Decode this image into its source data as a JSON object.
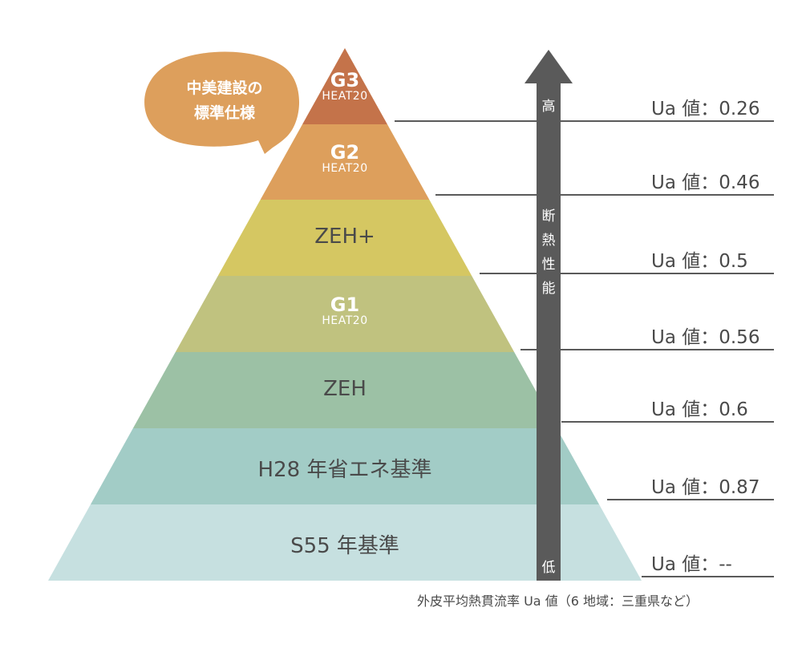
{
  "bubble": {
    "line1": "中美建設の",
    "line2": "標準仕様"
  },
  "levels": [
    {
      "main": "G3",
      "sub": "HEAT20",
      "color": "#c4734a"
    },
    {
      "main": "G2",
      "sub": "HEAT20",
      "color": "#dd9f5c"
    },
    {
      "main": "ZEH+",
      "sub": "",
      "color": "#d5c762"
    },
    {
      "main": "G1",
      "sub": "HEAT20",
      "color": "#c0c27f"
    },
    {
      "main": "ZEH",
      "sub": "",
      "color": "#9cc1a5"
    },
    {
      "main": "H28 年省エネ基準",
      "sub": "",
      "color": "#a2ccc6"
    },
    {
      "main": "S55 年基準",
      "sub": "",
      "color": "#c6e0e0"
    }
  ],
  "ua_values": [
    "Ua 値：0.26",
    "Ua 値：0.46",
    "Ua 値：0.5",
    "Ua 値：0.56",
    "Ua 値：0.6",
    "Ua 値：0.87",
    "Ua 値：--"
  ],
  "arrow": {
    "top_label": "高",
    "middle_label": "断熱性能",
    "bottom_label": "低",
    "color": "#5a5a5a"
  },
  "footnote": "外皮平均熱貫流率 Ua 値（6 地域：三重県など）",
  "bubble_color": "#dd9f5c"
}
